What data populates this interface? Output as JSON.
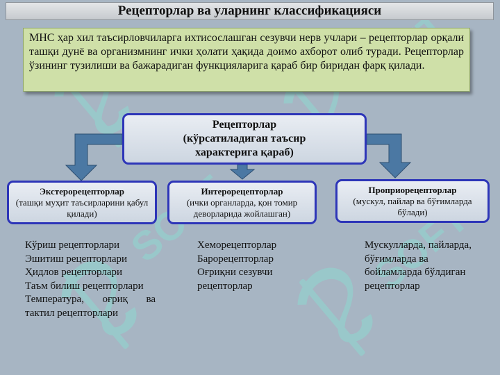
{
  "header": {
    "title": "Рецепторлар ва уларнинг классификацияси"
  },
  "intro": {
    "text": "МНС ҳар хил таъсирловчиларга ихтисослашган сезувчи нерв учлари – рецепторлар орқали ташқи дунё ва организмнинг ички ҳолати ҳақида доимо ахборот олиб туради. Рецепторлар ўзининг тузилиши ва бажарадиган функцияларига қараб бир биридан фарқ қилади."
  },
  "main_box": {
    "line1": "Рецепторлар",
    "line2": "(кўрсатиладиган таъсир",
    "line3": "характерига қараб)"
  },
  "categories": [
    {
      "title": "Экстерорецепторлар",
      "subtitle": "(ташқи муҳит таъсирларини қабул қилади)",
      "items": [
        "Кўриш рецепторлари",
        "Эшитиш рецепторлари",
        "Ҳидлов рецепторлари",
        "Таъм билиш рецепторлари",
        "Температура, оғриқ ва",
        "тактил рецепторлари"
      ]
    },
    {
      "title": "Интерорецепторлар",
      "subtitle": "(ички органларда, қон томир деворларида жойлашган)",
      "items": [
        "Хеморецепторлар",
        "Барорецепторлар",
        "Оғриқни сезувчи",
        "рецепторлар"
      ]
    },
    {
      "title": "Проприорецепторлар",
      "subtitle": "(мускул, пайлар ва бўғимларда бўлади)",
      "items": [
        "Мускулларда, пайларда,",
        "бўғимларда ва",
        "бойламларда бўлдиган",
        "рецепторлар"
      ]
    }
  ],
  "colors": {
    "background": "#a7b5c3",
    "intro_bg": "#cfe0a8",
    "box_border": "#2d35b8",
    "arrow": "#4b78a3",
    "watermark": "#8ed8cf"
  },
  "watermark_icon": "logo-watermark-icon"
}
